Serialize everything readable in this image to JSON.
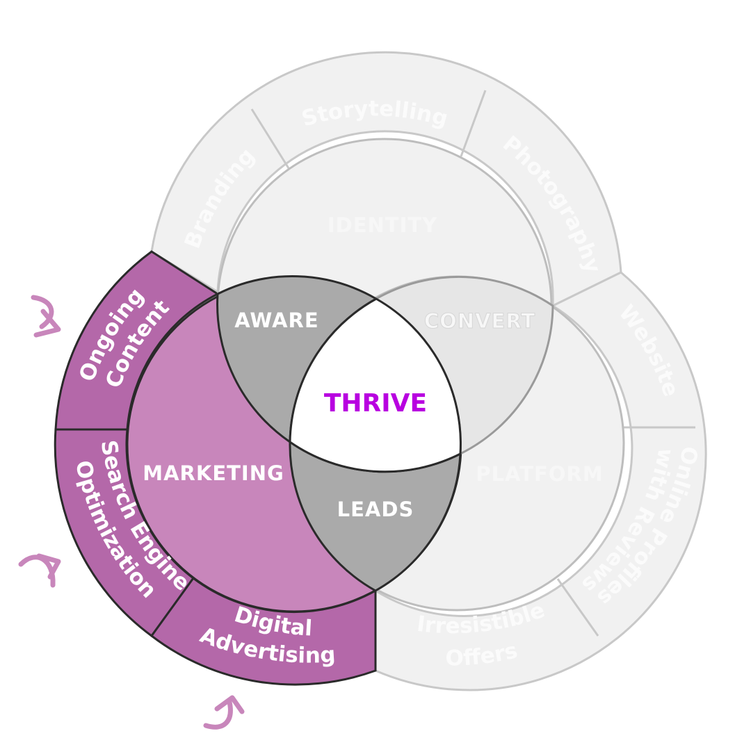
{
  "diagram": {
    "center_label": "THRIVE",
    "circles": {
      "identity": "IDENTITY",
      "platform": "PLATFORM",
      "marketing": "MARKETING"
    },
    "overlaps": {
      "aware": "AWARE",
      "convert": "CONVERT",
      "leads": "LEADS"
    },
    "ring_segments": {
      "storytelling": "Storytelling",
      "photography": "Photography",
      "branding": "Branding",
      "website": "Website",
      "online_profiles": [
        "Online Profiles",
        "with Reviews"
      ],
      "irresistible_offers": [
        "Irresistible",
        "Offers"
      ],
      "ongoing_content": [
        "Ongoing",
        "Content"
      ],
      "search_engine_optimization": [
        "Search Engine",
        "Optimization"
      ],
      "digital_advertising": [
        "Digital",
        "Advertising"
      ]
    },
    "colors": {
      "accent_purple": "#b800e0",
      "marketing_fill": "#c886bb",
      "marketing_ring": "#b468a9",
      "overlap_gray": "#aaaaaa",
      "muted_fill": "#f1f1f1",
      "muted_stroke": "#c8c8c8"
    },
    "icons": [
      "curved-arrow-icon"
    ]
  }
}
